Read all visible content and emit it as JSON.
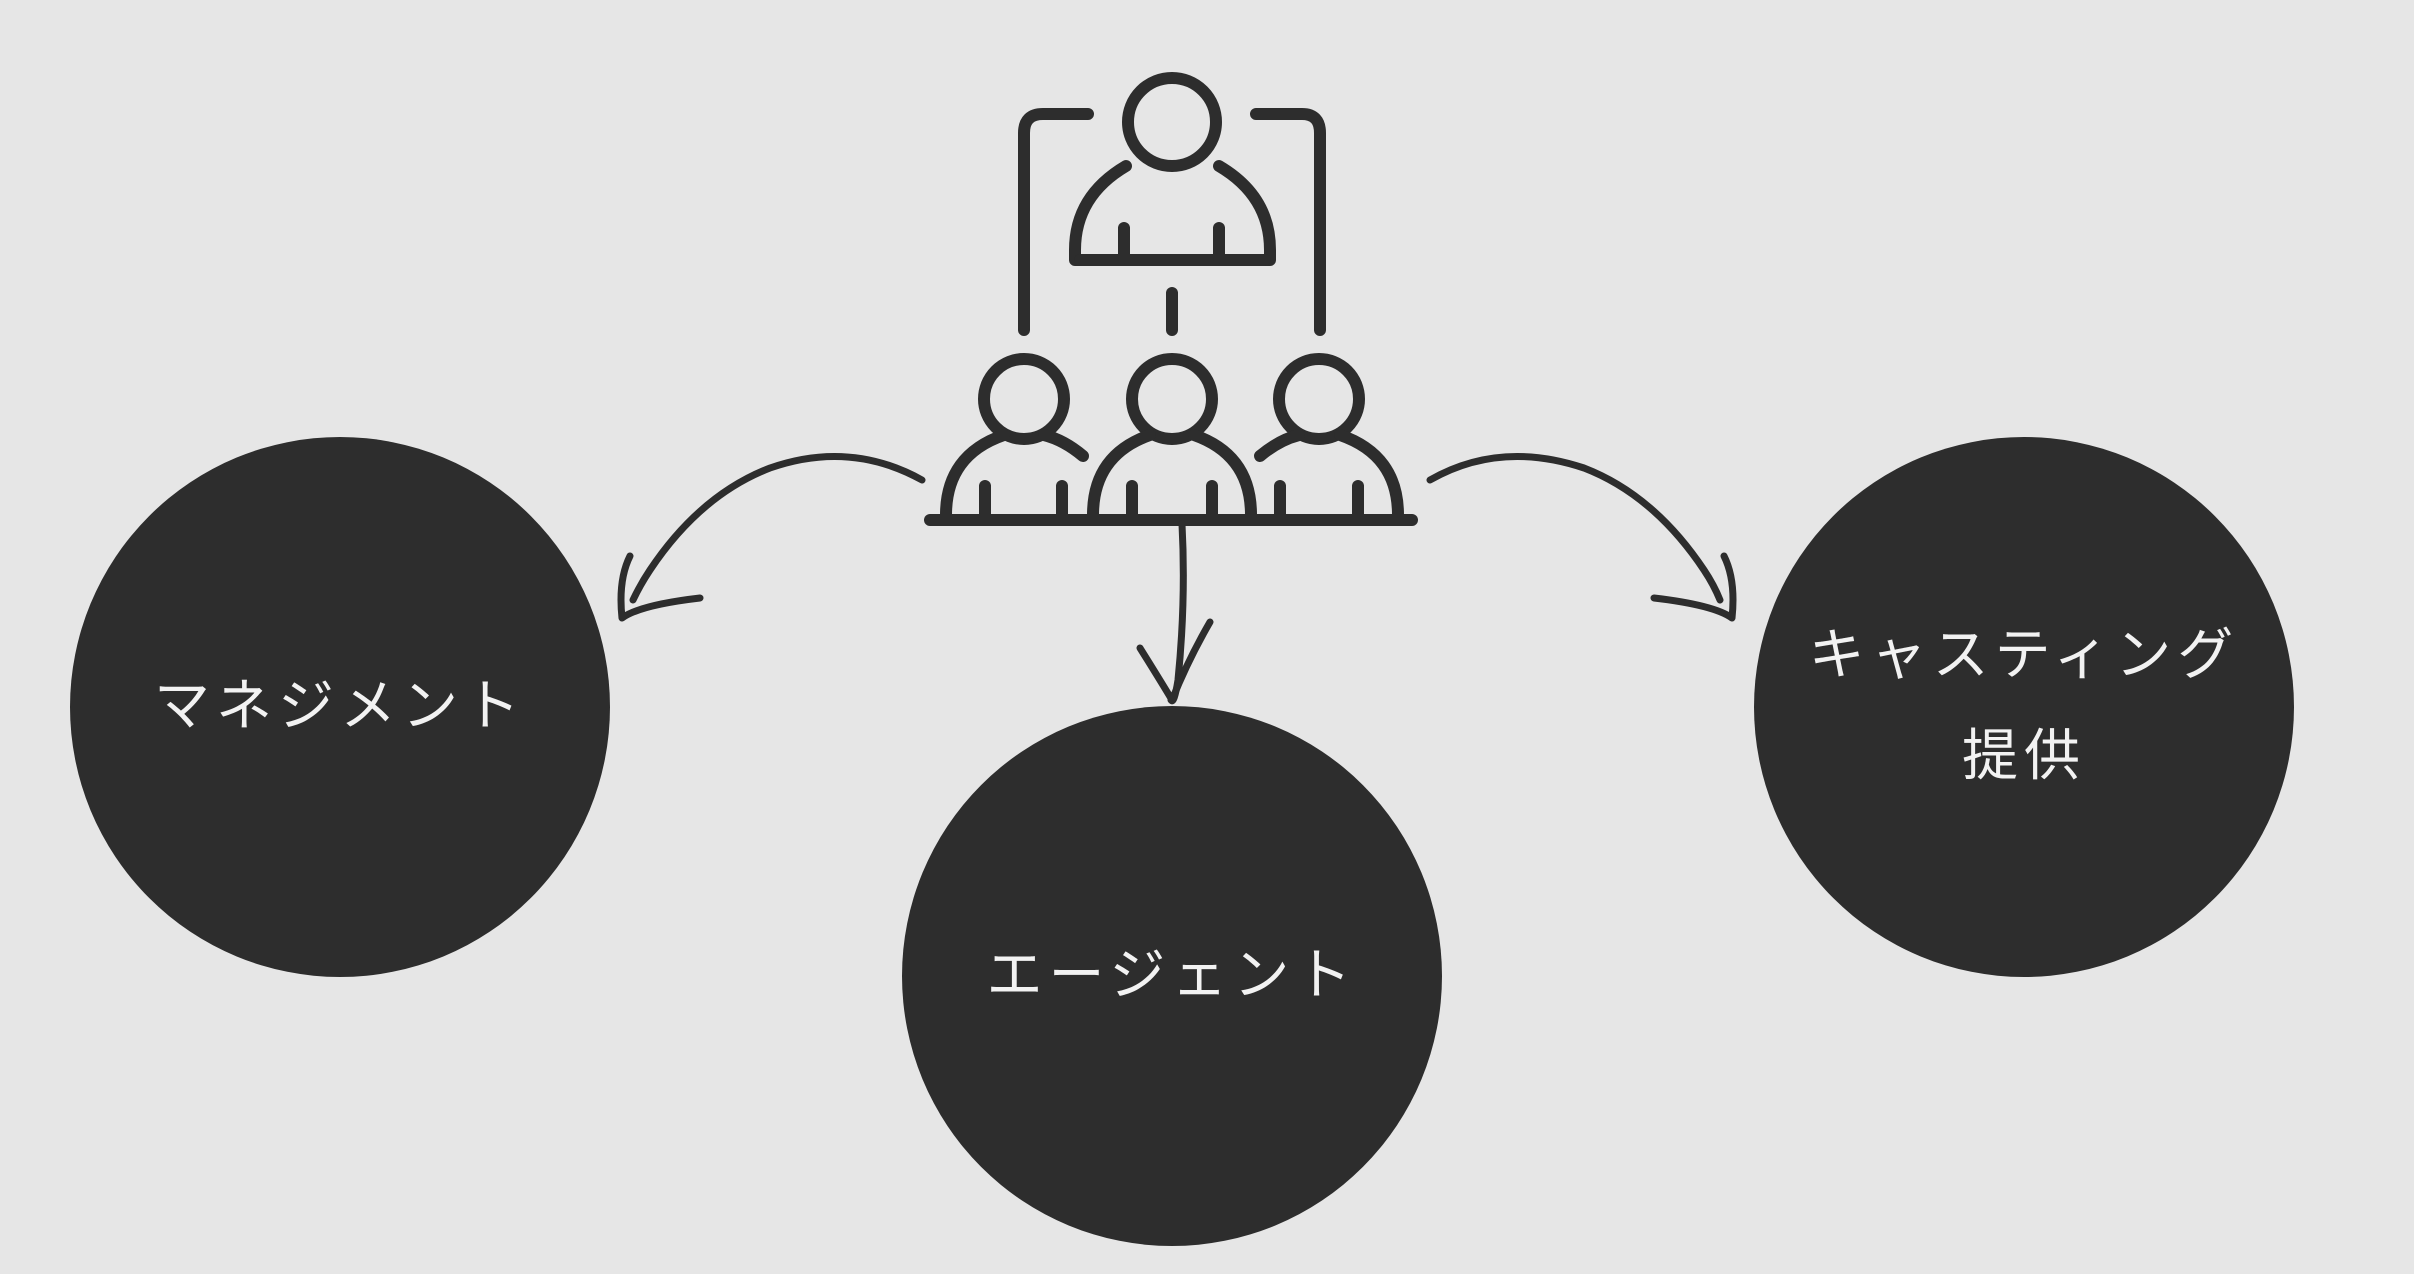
{
  "diagram": {
    "icon": "people-hierarchy-icon",
    "colors": {
      "background": "#e6e6e6",
      "node_fill": "#2d2d2d",
      "node_text": "#f2f2f2",
      "line": "#2d2d2d"
    },
    "nodes": [
      {
        "id": "management",
        "label": "マネジメント"
      },
      {
        "id": "agent",
        "label": "エージェント"
      },
      {
        "id": "casting",
        "label": "キャスティング\n提供"
      }
    ]
  }
}
